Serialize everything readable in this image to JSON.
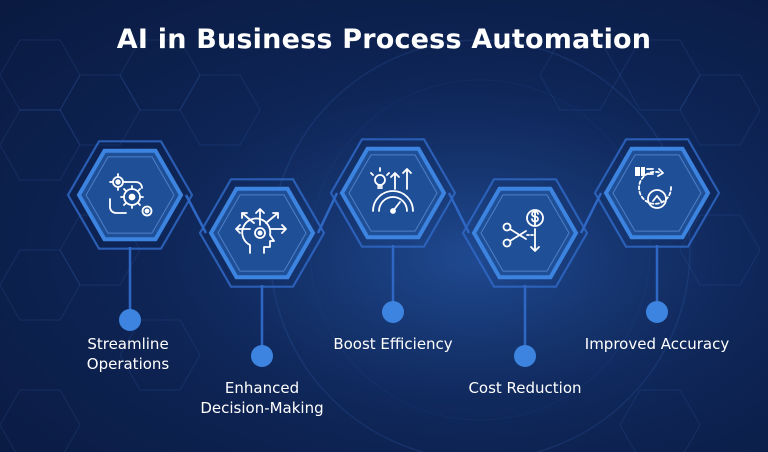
{
  "title": "AI in Business Process Automation",
  "colors": {
    "accent": "#3d84e0",
    "hex_fill": "#1f4f97",
    "line": "#2f67c4",
    "background": "#0e2557"
  },
  "steps": [
    {
      "label_lines": [
        "Streamline",
        "Operations"
      ],
      "icon": "gears-workflow-icon"
    },
    {
      "label_lines": [
        "Enhanced",
        "Decision-Making"
      ],
      "icon": "head-gear-arrows-icon"
    },
    {
      "label_lines": [
        "Boost Efficiency"
      ],
      "icon": "bulb-gauge-icon"
    },
    {
      "label_lines": [
        "Cost Reduction"
      ],
      "icon": "scissors-dollar-icon"
    },
    {
      "label_lines": [
        "Improved Accuracy"
      ],
      "icon": "target-refresh-icon"
    }
  ]
}
